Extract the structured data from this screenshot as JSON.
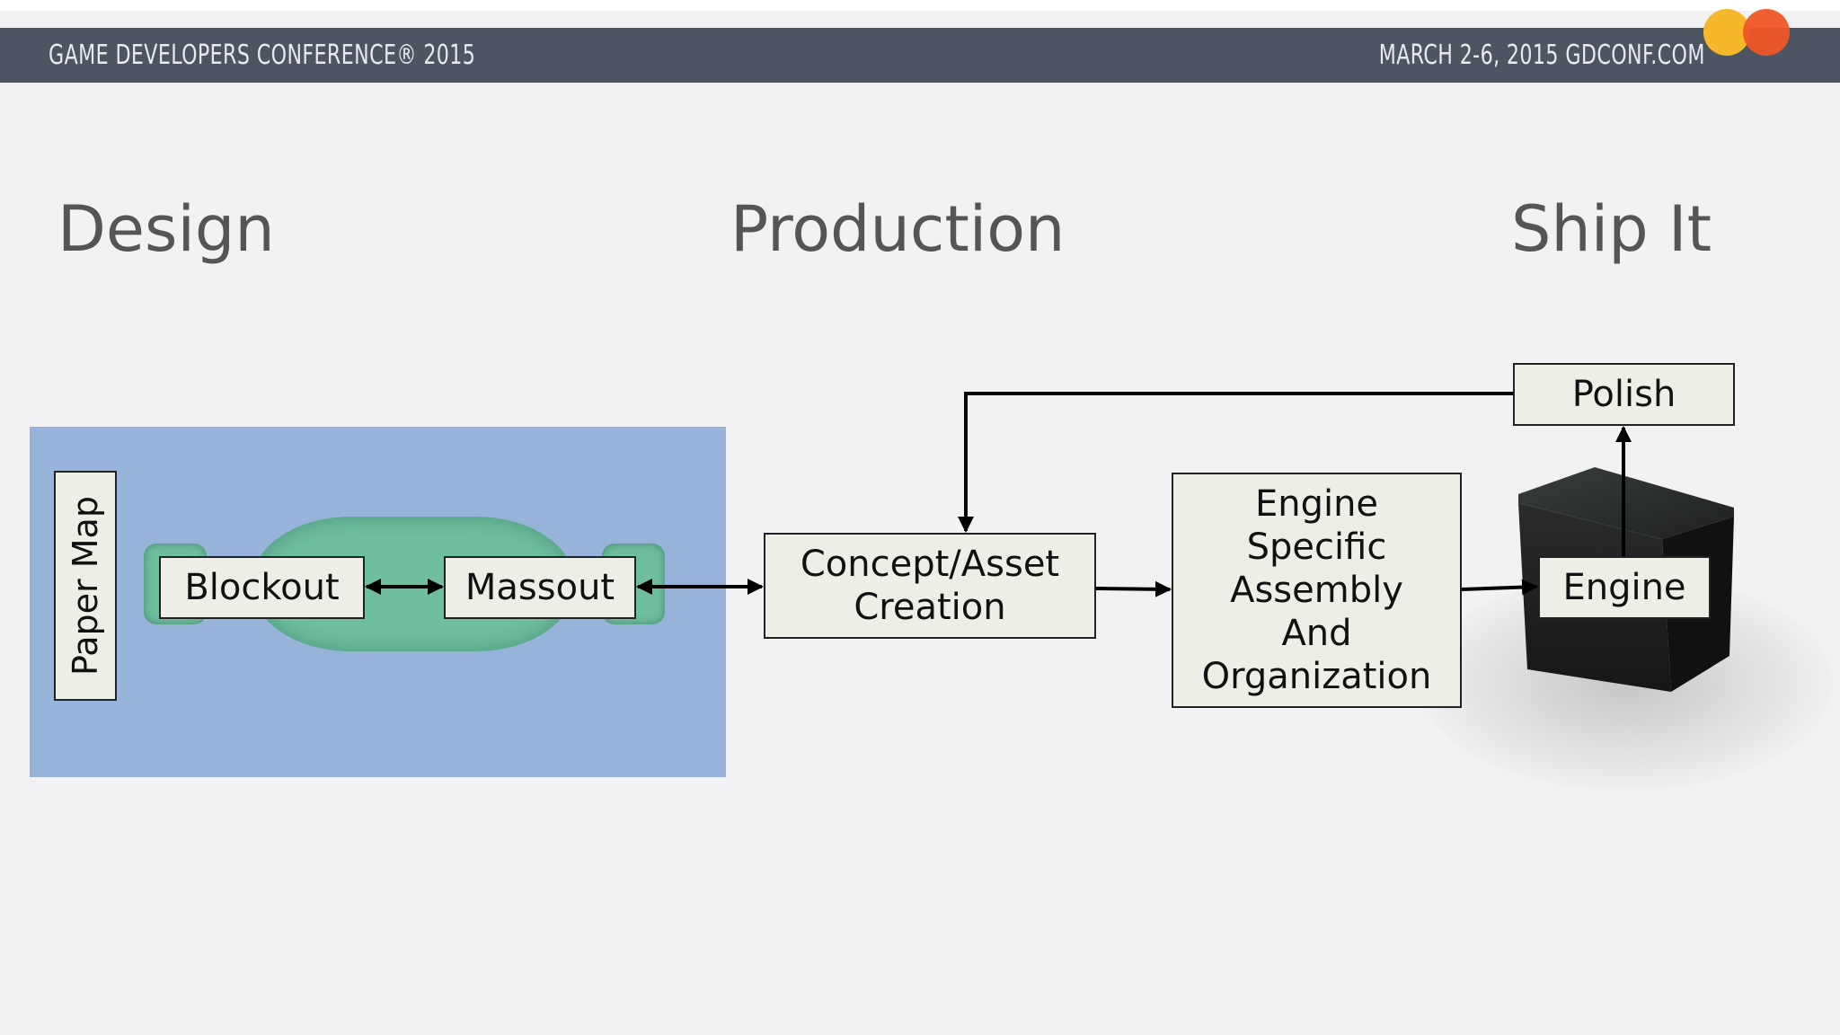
{
  "header": {
    "left": "GAME DEVELOPERS CONFERENCE® 2015",
    "right": "MARCH 2-6, 2015  GDCONF.COM"
  },
  "columns": {
    "design": "Design",
    "production": "Production",
    "ship": "Ship It"
  },
  "nodes": {
    "paper_map": "Paper Map",
    "blockout": "Blockout",
    "massout": "Massout",
    "concept_line1": "Concept/Asset",
    "concept_line2": "Creation",
    "asm_line1": "Engine",
    "asm_line2": "Specific",
    "asm_line3": "Assembly",
    "asm_line4": "And",
    "asm_line5": "Organization",
    "polish": "Polish",
    "engine": "Engine"
  },
  "colors": {
    "header_bg": "#4d5563",
    "design_panel": "#97b3d9",
    "box_fill": "#efeee6",
    "logo_yellow": "#f5b82a",
    "logo_orange": "#ef5626"
  }
}
